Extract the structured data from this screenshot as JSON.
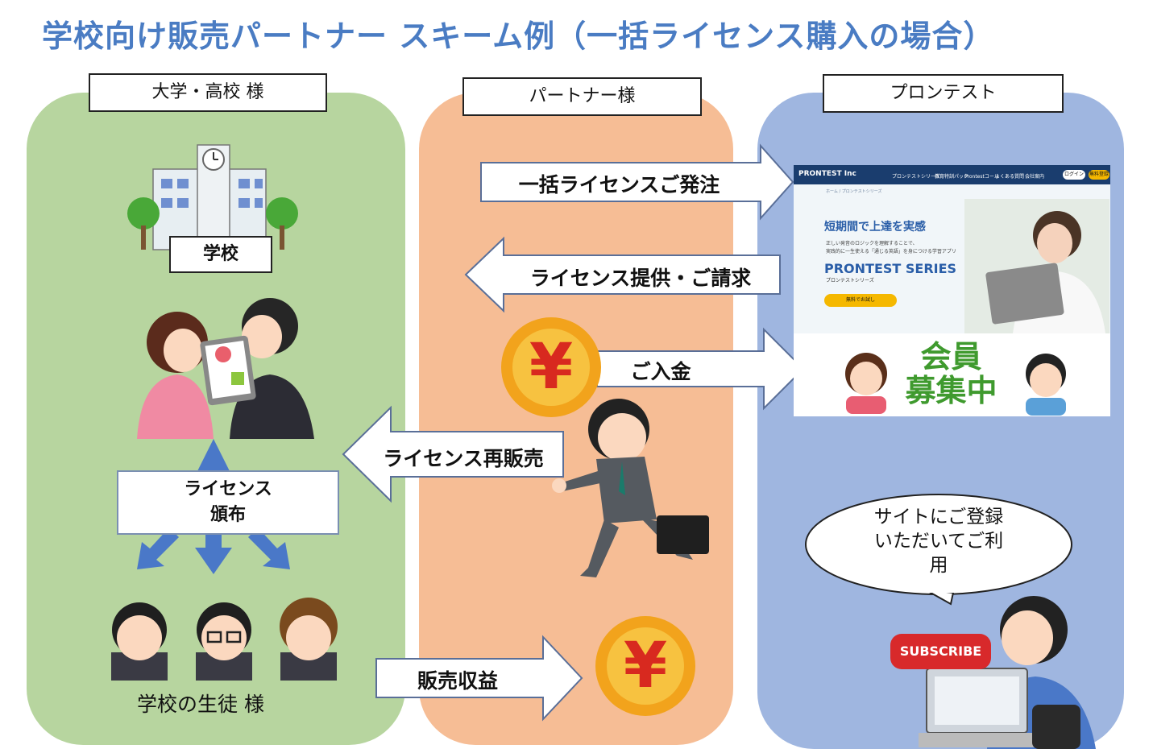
{
  "title": "学校向け販売パートナー スキーム例（一括ライセンス購入の場合）",
  "columns": {
    "school": "大学・高校 様",
    "partner": "パートナー様",
    "prontest": "プロンテスト"
  },
  "labels": {
    "school_building": "学校",
    "license_distribution": "ライセンス\n頒布",
    "students": "学校の生徒 様",
    "speech_bubble": "サイトにご登録\nいただいてご利\n用",
    "subscribe": "SUBSCRIBE"
  },
  "arrows": {
    "bulk_order": "一括ライセンスご発注",
    "license_invoice": "ライセンス提供・ご請求",
    "payment": "ご入金",
    "resale": "ライセンス再販売",
    "sales_profit": "販売収益"
  },
  "yen_symbol": "¥",
  "website": {
    "brand": "PRONTEST Inc",
    "nav": [
      "プロンテストシリーズ",
      "教育特訓パック",
      "Prontestコール",
      "よくある質問",
      "会社案内"
    ],
    "login": "ログイン",
    "register": "無料登録",
    "breadcrumb": "ホーム / プロンテストシリーズ",
    "headline": "短期間で上達を実感",
    "desc1": "正しい発音のロジックを理解することで、",
    "desc2": "実践的に一生使える「通じる英語」を身につける学習アプリ",
    "series": "PRONTEST SERIES",
    "series_jp": "プロンテストシリーズ",
    "cta": "無料でお試し",
    "banner": "会員\n募集中"
  },
  "colors": {
    "title": "#4a7cc3",
    "school_bg": "#b7d59f",
    "partner_bg": "#f6bd95",
    "prontest_bg": "#9fb6e0",
    "blue_arrow": "#4a78c8",
    "coin": "#f2a31c",
    "coin_inner": "#d8291f"
  }
}
